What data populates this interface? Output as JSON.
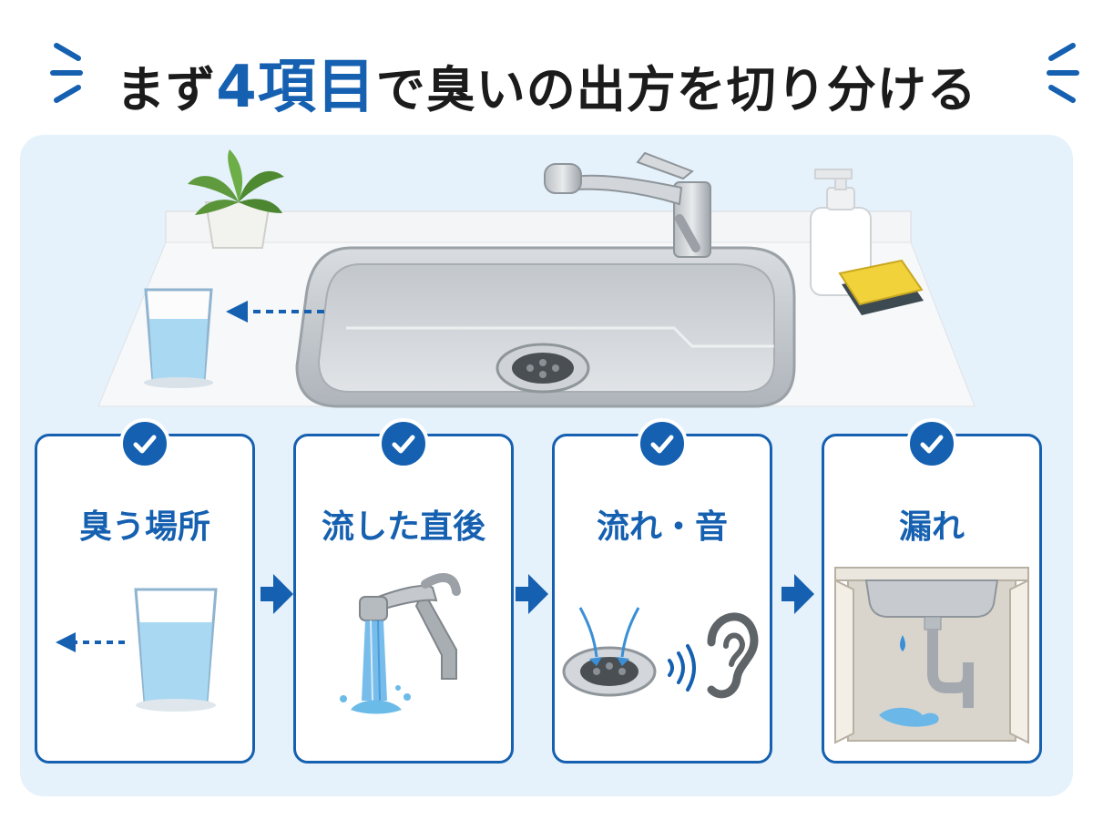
{
  "title": {
    "prefix": "まず",
    "accent": "4項目",
    "suffix": "で臭いの出方を切り分ける"
  },
  "colors": {
    "accent_blue": "#1560b0",
    "panel_bg": "#e6f2fb",
    "title_text": "#1b1b1b",
    "sponge_yellow": "#f2d23a",
    "water_blue": "#7cc4ec"
  },
  "icons": [
    "check-icon",
    "right-arrow-icon",
    "dotted-left-arrow-icon",
    "ear-icon",
    "sound-waves-icon",
    "water-drop-icon",
    "down-arrows-icon"
  ],
  "cards": [
    {
      "label": "臭う場所",
      "icon": "glass-of-water-icon"
    },
    {
      "label": "流した直後",
      "icon": "running-faucet-icon"
    },
    {
      "label": "流れ・音",
      "icon": "drain-and-ear-icon"
    },
    {
      "label": "漏れ",
      "icon": "under-sink-cabinet-icon"
    }
  ]
}
